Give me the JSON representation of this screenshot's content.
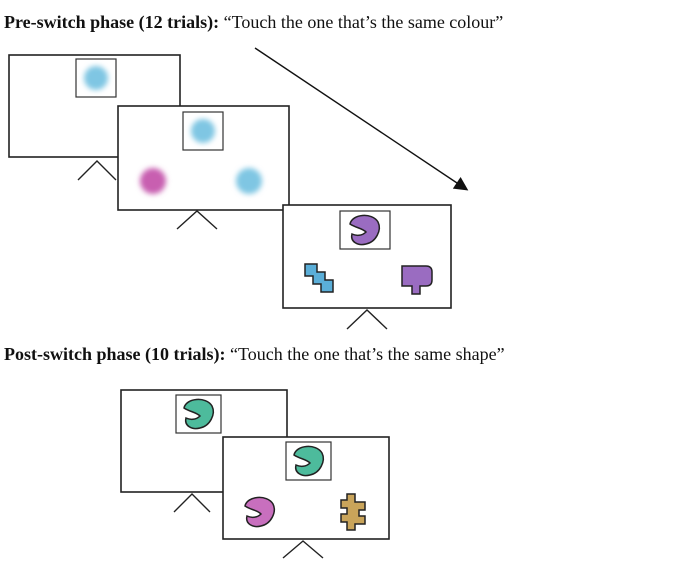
{
  "pre_switch": {
    "heading": "Pre-switch phase (12 trials):",
    "instruction": "“Touch the one that’s the same colour”"
  },
  "post_switch": {
    "heading": "Post-switch phase (10 trials):",
    "instruction": "“Touch the one that’s the same shape”"
  },
  "colors": {
    "blue_stimulus": "#7fc6e3",
    "pink_stimulus": "#c85fb0",
    "purple_shape": "#9a6cc1",
    "blue_shape": "#5aaed8",
    "teal_shape": "#4dbb9c",
    "pink_shape": "#c86fbe",
    "gold_shape": "#c9a45a"
  }
}
